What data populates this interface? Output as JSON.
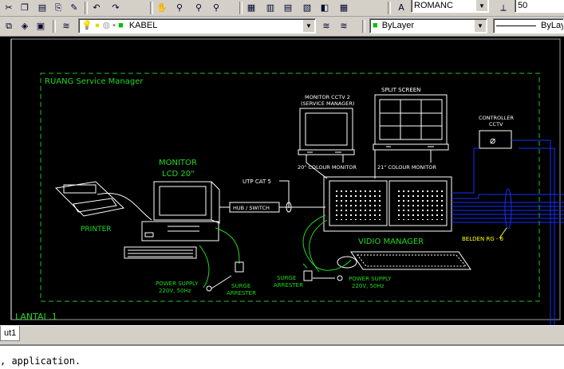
{
  "toolbar_top": {
    "textstyle_value": "ROMANC",
    "dimscale_value": "50"
  },
  "toolbar_layers": {
    "layer_value": "KABEL",
    "color_value": "ByLayer",
    "linetype_value": "ByLay"
  },
  "drawing": {
    "room_title": "RUANG Service Manager",
    "floor_label": "LANTAI .1",
    "monitor_cctv2": "MONITOR CCTV 2",
    "monitor_cctv2_sub": "(SERVICE MANAGER)",
    "split_screen": "SPLIT SCREEN",
    "colour_monitor_20": "20\" COLOUR MONITOR",
    "colour_monitor_21": "21\" COLOUR MONITOR",
    "controller": "CONTROLLER",
    "cctv": "CCTV",
    "monitor": "MONITOR",
    "lcd": "LCD 20\"",
    "utp": "UTP CAT 5",
    "hub_switch": "HUB / SWITCH",
    "printer": "PRINTER",
    "video_manager": "VIDIO MANAGER",
    "belden": "BELDEN RG - 6",
    "power_supply_1": "POWER SUPPLY",
    "power_spec_1": "220V, 50Hz",
    "surge_1a": "SURGE",
    "surge_1b": "ARRESTER",
    "surge_2a": "SURGE",
    "surge_2b": "ARRESTER",
    "power_supply_2": "POWER SUPPLY",
    "power_spec_2": "220V, 50Hz"
  },
  "tabs": {
    "layout_tab": "ut1"
  },
  "command_line": {
    "text": ", application."
  }
}
